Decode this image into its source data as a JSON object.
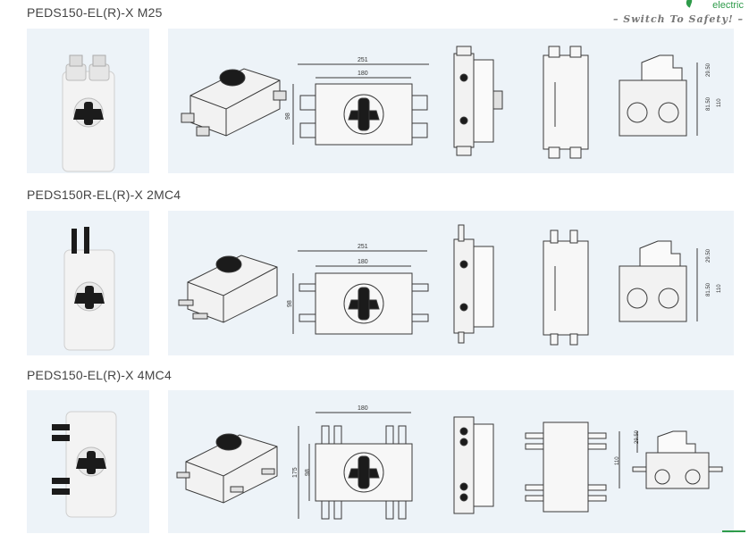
{
  "brand": {
    "name": "electric",
    "tagline": "– Switch To Safety! –",
    "accent_color": "#2e9b4a"
  },
  "products": [
    {
      "title": "PEDS150-EL(R)-X  M25",
      "dims": {
        "width": "251",
        "inner": "180",
        "height": "98",
        "side_a": "29.50",
        "side_b": "81.50",
        "side_c": "110"
      }
    },
    {
      "title": "PEDS150R-EL(R)-X  2MC4",
      "dims": {
        "width": "251",
        "inner": "180",
        "height": "98",
        "side_a": "29.50",
        "side_b": "81.50",
        "side_c": "110"
      }
    },
    {
      "title": "PEDS150-EL(R)-X  4MC4",
      "dims": {
        "inner": "180",
        "height_outer": "175",
        "height": "98",
        "side_a": "29.50",
        "side_c": "110"
      }
    }
  ],
  "colors": {
    "panel_bg": "#edf3f8",
    "line": "#3a3a3a",
    "device_body": "#f2f2f2",
    "knob": "#1b1b1b"
  }
}
